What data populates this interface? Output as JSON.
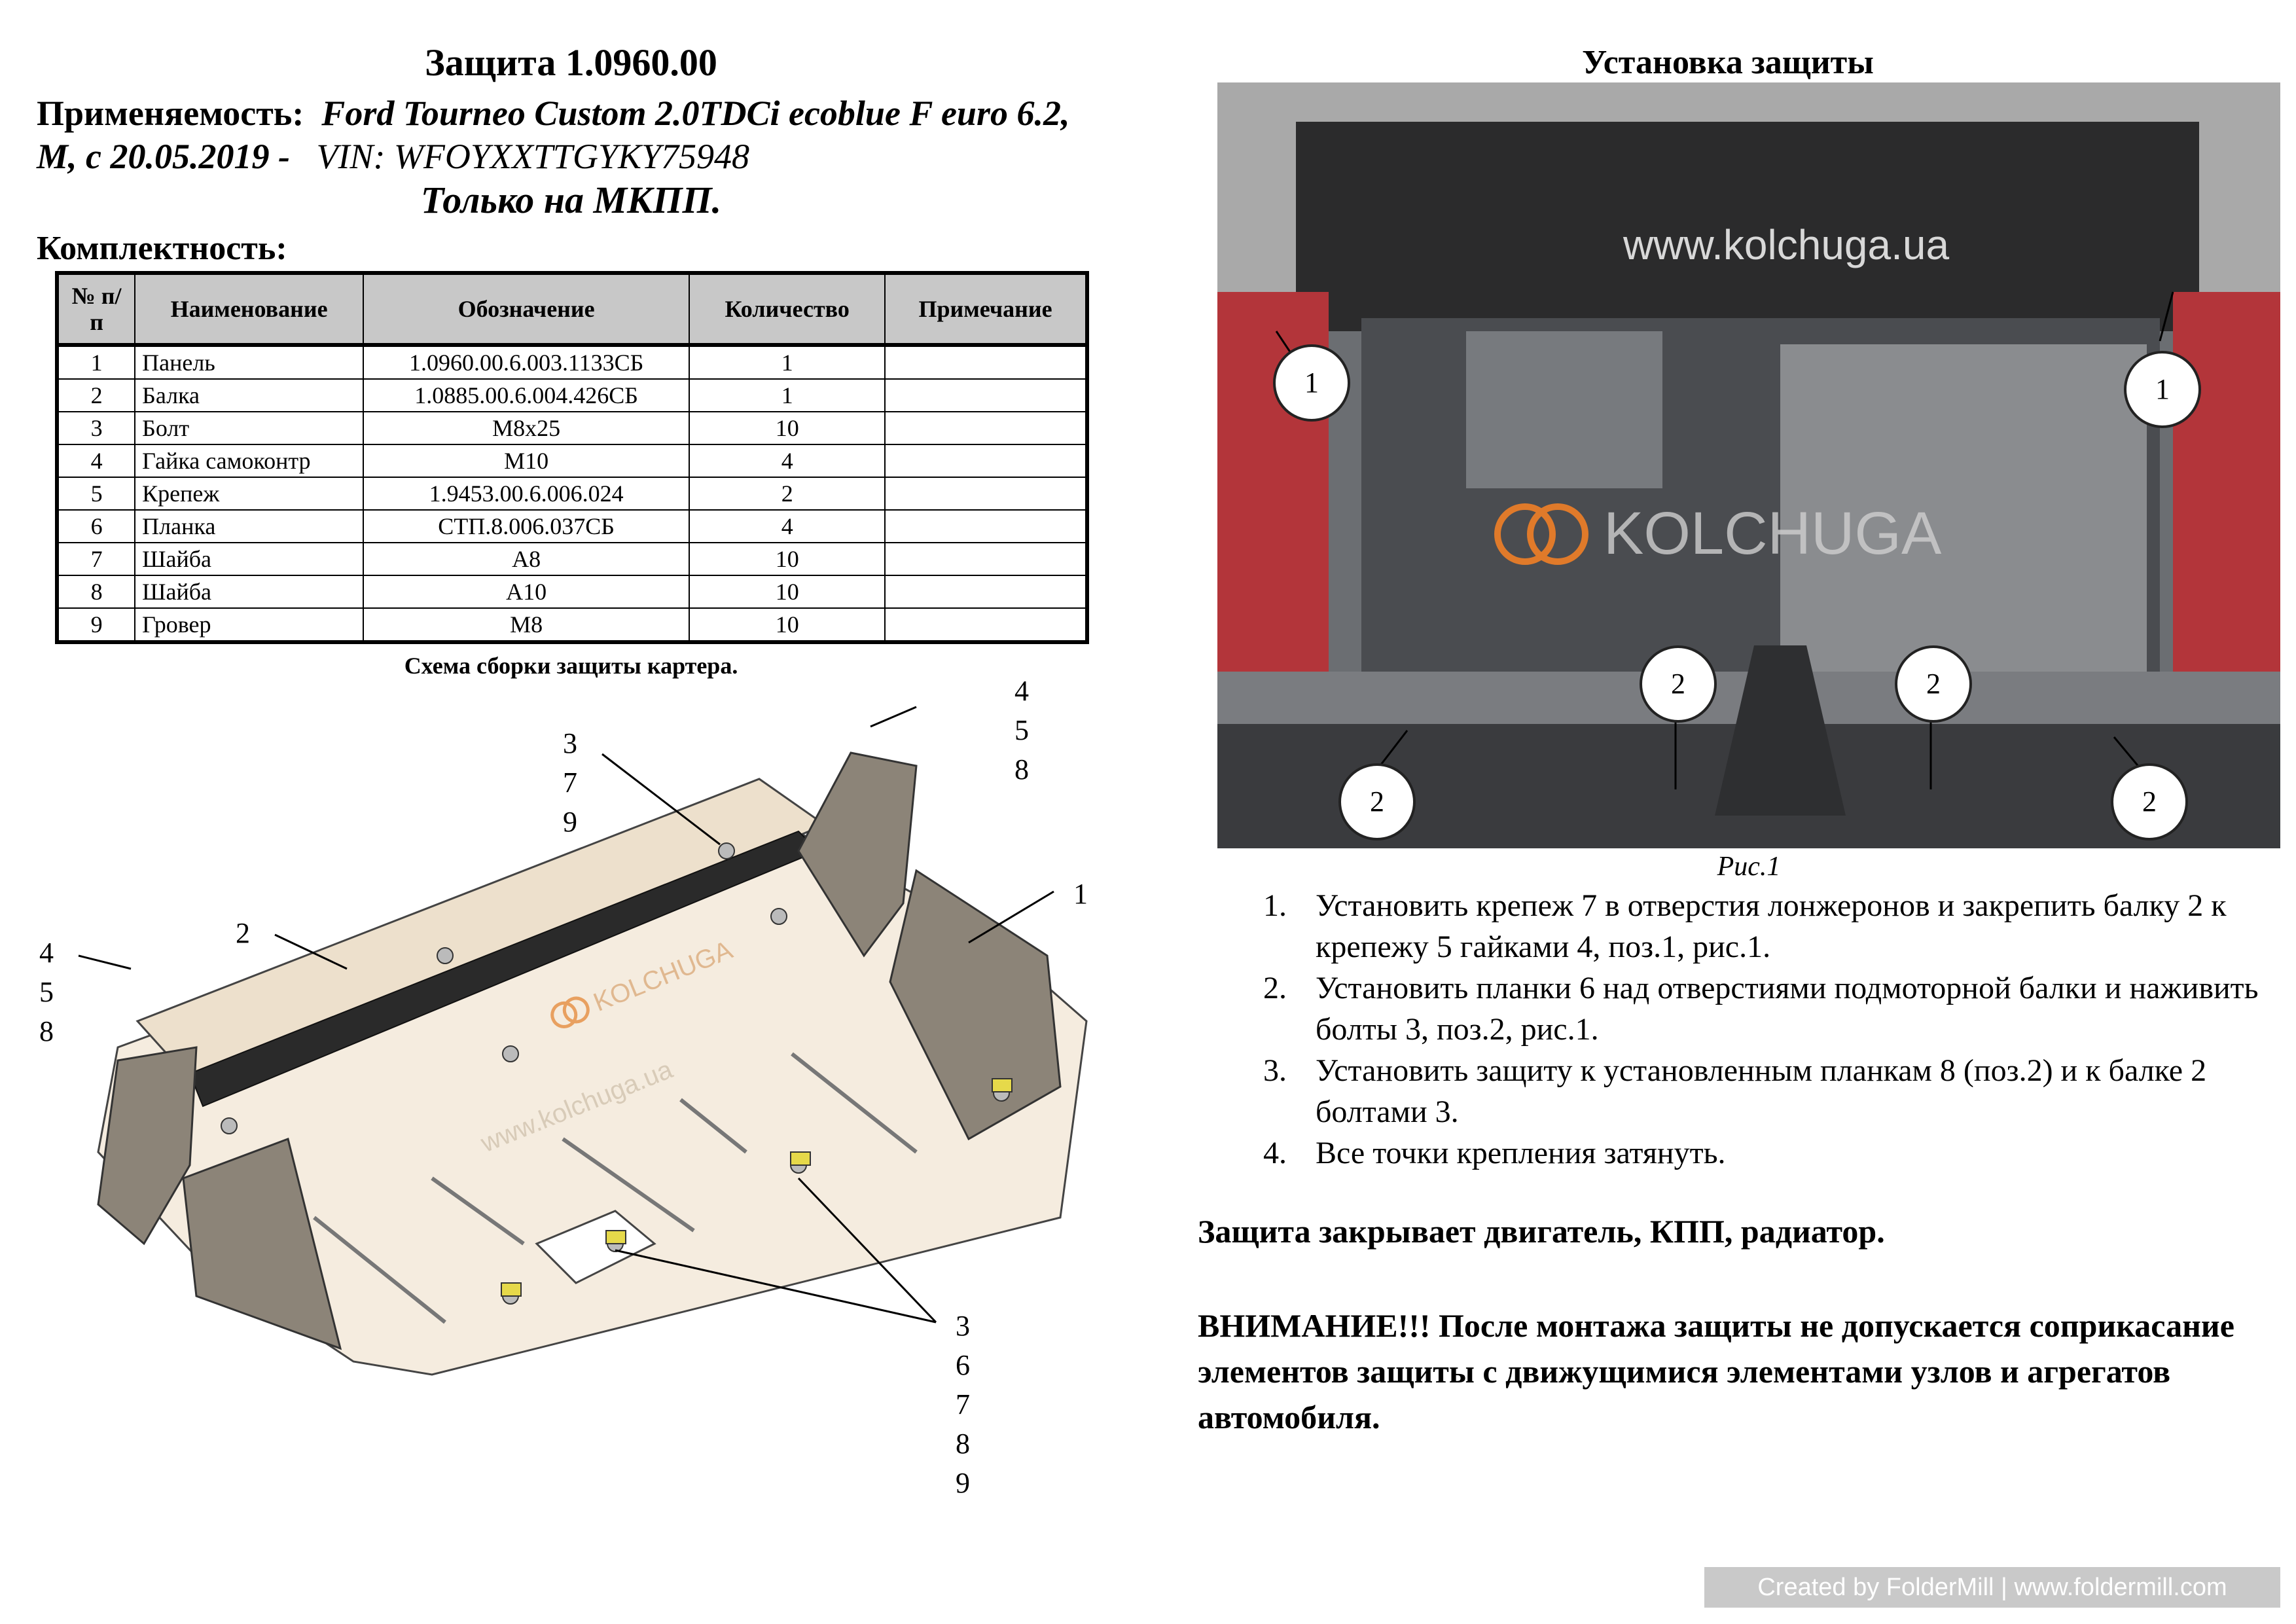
{
  "header": {
    "title": "Защита 1.0960.00",
    "applicability_label": "Применяемость:",
    "applicability_value": "Ford Tourneo Custom 2.0TDCi ecoblue F euro 6.2, М, с 20.05.2019 -",
    "vin": "VIN: WFOYXXTTGYKY75948",
    "only": "Только на МКПП.",
    "kit_label": "Комплектность:"
  },
  "table": {
    "headers": [
      "№ п/п",
      "Наименование",
      "Обозначение",
      "Количество",
      "Примечание"
    ],
    "rows": [
      {
        "n": "1",
        "name": "Панель",
        "code": "1.0960.00.6.003.1133СБ",
        "qty": "1",
        "note": ""
      },
      {
        "n": "2",
        "name": "Балка",
        "code": "1.0885.00.6.004.426СБ",
        "qty": "1",
        "note": ""
      },
      {
        "n": "3",
        "name": "Болт",
        "code": "М8х25",
        "qty": "10",
        "note": ""
      },
      {
        "n": "4",
        "name": "Гайка самоконтр",
        "code": "М10",
        "qty": "4",
        "note": ""
      },
      {
        "n": "5",
        "name": "Крепеж",
        "code": "1.9453.00.6.006.024",
        "qty": "2",
        "note": ""
      },
      {
        "n": "6",
        "name": "Планка",
        "code": "СТП.8.006.037СБ",
        "qty": "4",
        "note": ""
      },
      {
        "n": "7",
        "name": "Шайба",
        "code": "А8",
        "qty": "10",
        "note": ""
      },
      {
        "n": "8",
        "name": "Шайба",
        "code": "А10",
        "qty": "10",
        "note": ""
      },
      {
        "n": "9",
        "name": "Гровер",
        "code": "М8",
        "qty": "10",
        "note": ""
      }
    ]
  },
  "scheme": {
    "caption": "Схема сборки защиты картера.",
    "watermark_logo": "KOLCHUGA",
    "watermark_url": "www.kolchuga.ua",
    "labels": {
      "top_right": [
        "4",
        "5",
        "8"
      ],
      "top_mid": [
        "3",
        "7",
        "9"
      ],
      "left": [
        "4",
        "5",
        "8"
      ],
      "panel": "1",
      "beam": "2",
      "bottom": [
        "3",
        "6",
        "7",
        "8",
        "9"
      ]
    }
  },
  "install": {
    "title": "Установка защиты",
    "photo_watermark_url": "www.kolchuga.ua",
    "photo_watermark_logo": "KOLCHUGA",
    "callouts": [
      "1",
      "1",
      "2",
      "2",
      "2",
      "2"
    ],
    "figure_caption": "Рис.1",
    "steps": [
      {
        "num": "1.",
        "text": "Установить крепеж 7 в отверстия лонжеронов и закрепить балку 2   к крепежу 5 гайками 4, поз.1, рис.1."
      },
      {
        "num": "2.",
        "text": "Установить планки 6 над отверстиями подмоторной балки и наживить болты 3, поз.2, рис.1."
      },
      {
        "num": "3.",
        "text": "Установить защиту к установленным планкам 8 (поз.2) и к балке 2 болтами 3."
      },
      {
        "num": "4.",
        "text": "Все точки крепления затянуть."
      }
    ],
    "covers": "Защита закрывает двигатель, КПП, радиатор.",
    "warning": "ВНИМАНИЕ!!!   После монтажа защиты не допускается соприкасание элементов защиты с движущимися элементами узлов и агрегатов автомобиля."
  },
  "footer": {
    "badge": "Created by FolderMill | www.foldermill.com"
  }
}
